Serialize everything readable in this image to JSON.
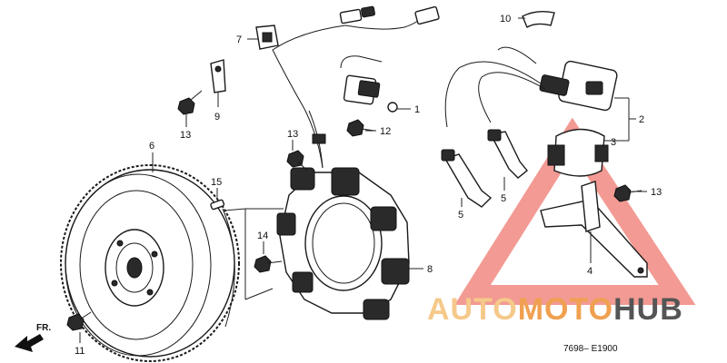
{
  "callouts": {
    "c1": "1",
    "c2": "2",
    "c3": "3",
    "c4": "4",
    "c5a": "5",
    "c5b": "5",
    "c6": "6",
    "c7": "7",
    "c8": "8",
    "c9": "9",
    "c10": "10",
    "c11": "11",
    "c12": "12",
    "c13a": "13",
    "c13b": "13",
    "c13c": "13",
    "c14": "14",
    "c15": "15"
  },
  "front_marker": "FR.",
  "diagram_code": "7698– E1900",
  "watermark": {
    "part1": "AUTO",
    "part2": "MOTO",
    "part3": "HUB",
    "color_light": "#f5c98a",
    "color_mid": "#f0a050",
    "color_dark": "#555555",
    "triangle_color": "#e8483c"
  }
}
